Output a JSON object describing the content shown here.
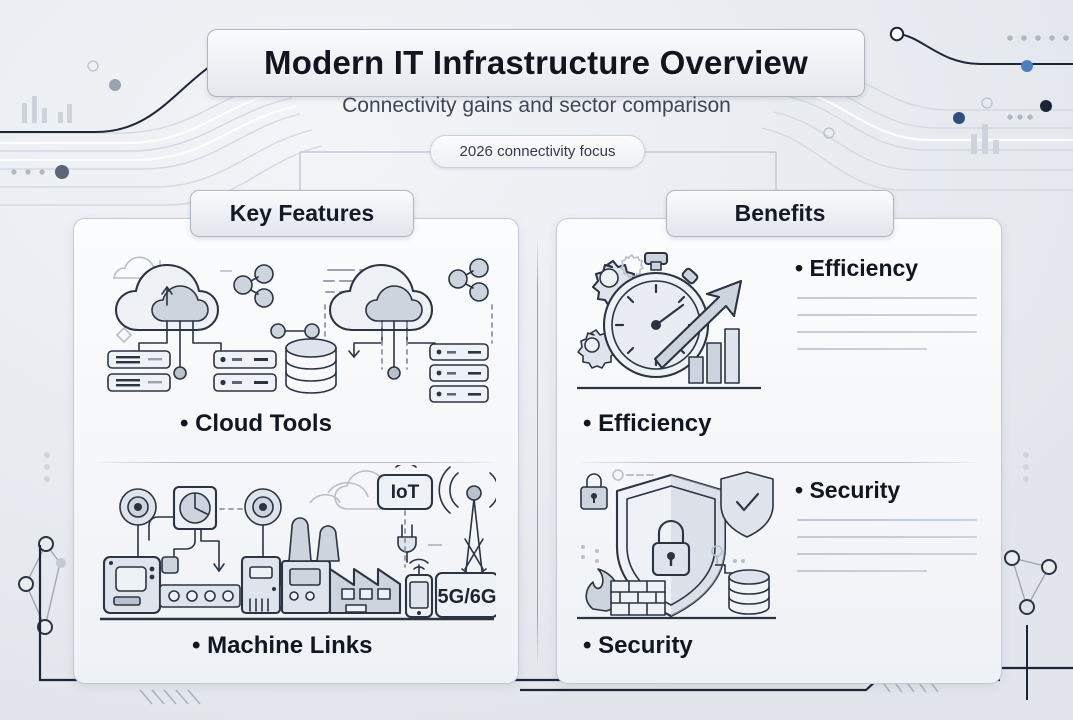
{
  "header": {
    "title": "Modern IT Infrastructure Overview",
    "subtitle": "Connectivity gains and sector comparison",
    "badge": "2026 connectivity focus"
  },
  "panels": [
    {
      "id": "key-features",
      "heading": "Key Features",
      "rows": [
        {
          "label": "• Cloud Tools",
          "illustration": "cloud-servers-network-illustration"
        },
        {
          "label": "• Machine Links",
          "illustration": "industrial-iot-factory-illustration",
          "inline_labels": [
            "IoT",
            "5G/6G"
          ]
        }
      ]
    },
    {
      "id": "benefits",
      "heading": "Benefits",
      "rows": [
        {
          "side_label": "• Efficiency",
          "label": "• Efficiency",
          "illustration": "gears-stopwatch-growth-arrow-illustration",
          "text_lines": 4
        },
        {
          "side_label": "• Security",
          "label": "• Security",
          "illustration": "shield-lock-firewall-illustration",
          "text_lines": 4
        }
      ]
    }
  ],
  "decor": {
    "circuit_traces": "circuit-trace-decoration",
    "node_graph_left": "node-graph-decoration",
    "node_graph_right": "node-graph-decoration",
    "bracket_frame": "bracket-frame-decoration"
  },
  "colors": {
    "background": "#e7eaef",
    "panel": "#f6f8fa",
    "ink": "#111722",
    "line": "#2b3443",
    "accent_blue": "#4a7fc1",
    "accent_dark": "#1b2433",
    "muted": "#b7bfcb"
  }
}
